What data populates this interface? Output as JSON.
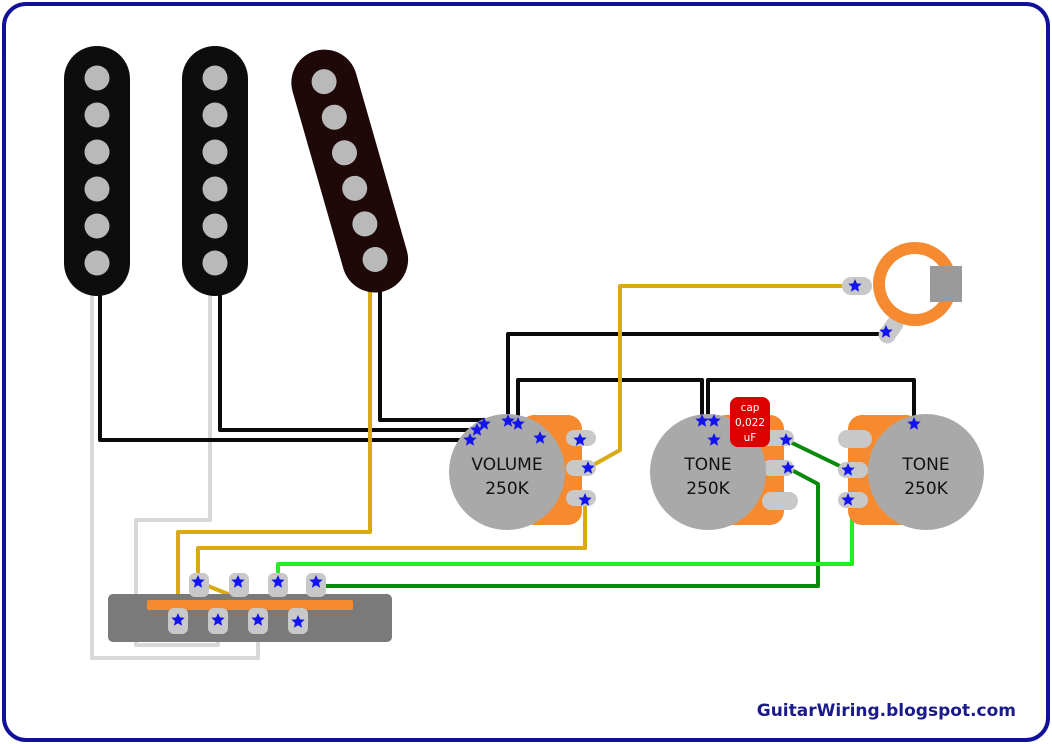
{
  "colors": {
    "frame": "#10109a",
    "pickup_body": "#0d0d0d",
    "pickup_body_bridge": "#1e0808",
    "pole_piece": "#b9b9b9",
    "pot_body": "#a9a9a9",
    "pot_lugs": "#f58a30",
    "solder": "#1414ee",
    "lug": "#c8c8c8",
    "wire_black": "#0a0a0a",
    "wire_white": "#d8d8d8",
    "wire_yellow": "#d9aa12",
    "wire_green_dark": "#0a8a0a",
    "wire_green_light": "#22ee22",
    "capacitor": "#dd0000",
    "switch_body": "#7a7a7a",
    "switch_bar": "#f58a30",
    "jack_ring": "#f58a30",
    "credit_text": "#1a1a8c"
  },
  "pickups": [
    {
      "name": "neck-pickup",
      "poles": 6
    },
    {
      "name": "middle-pickup",
      "poles": 6
    },
    {
      "name": "bridge-pickup",
      "poles": 6
    }
  ],
  "pots": {
    "volume": {
      "line1": "VOLUME",
      "line2": "250K"
    },
    "tone1": {
      "line1": "TONE",
      "line2": "250K"
    },
    "tone2": {
      "line1": "TONE",
      "line2": "250K"
    }
  },
  "capacitor": {
    "line1": "cap",
    "line2": "0,022",
    "line3": "uF"
  },
  "credit": "GuitarWiring.blogspot.com"
}
